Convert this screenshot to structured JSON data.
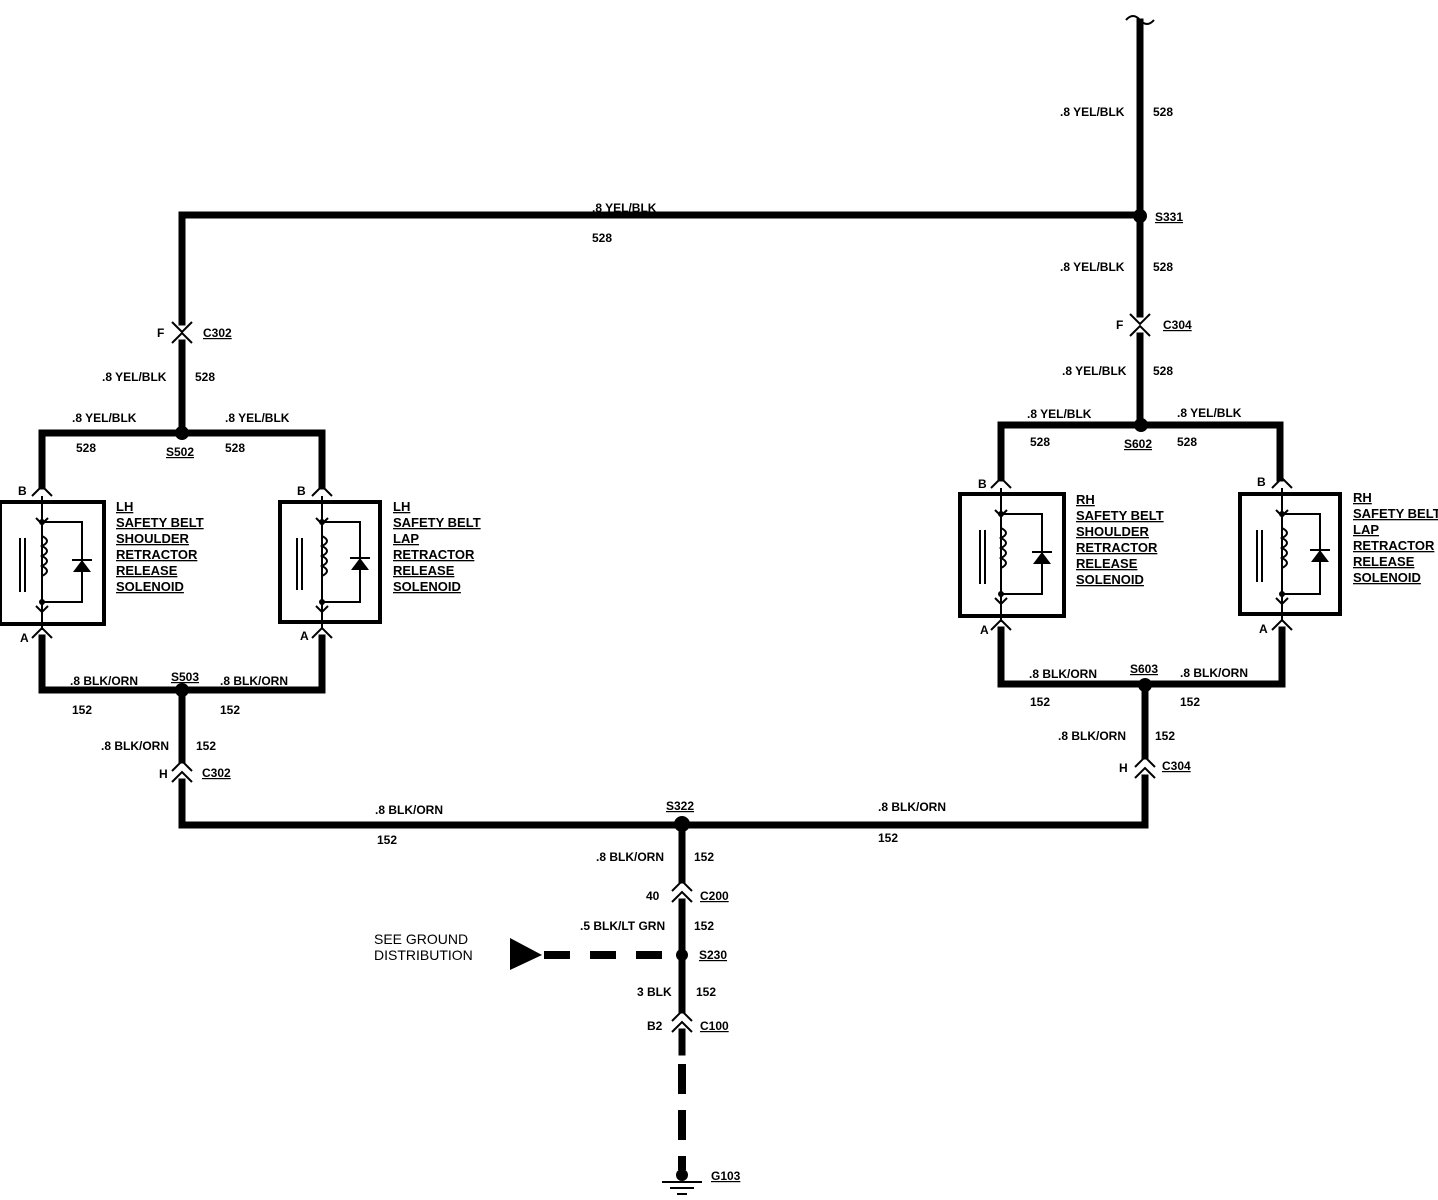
{
  "wires": {
    "yel_blk": ".8 YEL/BLK",
    "circuit_528": "528",
    "blk_orn": ".8 BLK/ORN",
    "circuit_152": "152",
    "blk_ltgrn": ".5 BLK/LT GRN",
    "blk3": "3 BLK"
  },
  "splices": {
    "s331": "S331",
    "s502": "S502",
    "s503": "S503",
    "s602": "S602",
    "s603": "S603",
    "s322": "S322",
    "s230": "S230"
  },
  "connectors": {
    "c302": "C302",
    "c304": "C304",
    "c200": "C200",
    "c100": "C100",
    "pin_f": "F",
    "pin_h": "H",
    "pin_40": "40",
    "pin_b2": "B2",
    "pin_a": "A",
    "pin_b": "B"
  },
  "ground": {
    "g103": "G103"
  },
  "components": {
    "lh_shoulder": [
      "LH",
      "SAFETY BELT",
      "SHOULDER",
      "RETRACTOR",
      "RELEASE",
      "SOLENOID"
    ],
    "lh_lap": [
      "LH",
      "SAFETY BELT",
      "LAP",
      "RETRACTOR",
      "RELEASE",
      "SOLENOID"
    ],
    "rh_shoulder": [
      "RH",
      "SAFETY BELT",
      "SHOULDER",
      "RETRACTOR",
      "RELEASE",
      "SOLENOID"
    ],
    "rh_lap": [
      "RH",
      "SAFETY BELT",
      "LAP",
      "RETRACTOR",
      "RELEASE",
      "SOLENOID"
    ]
  },
  "note": {
    "line1": "SEE GROUND",
    "line2": "DISTRIBUTION"
  }
}
